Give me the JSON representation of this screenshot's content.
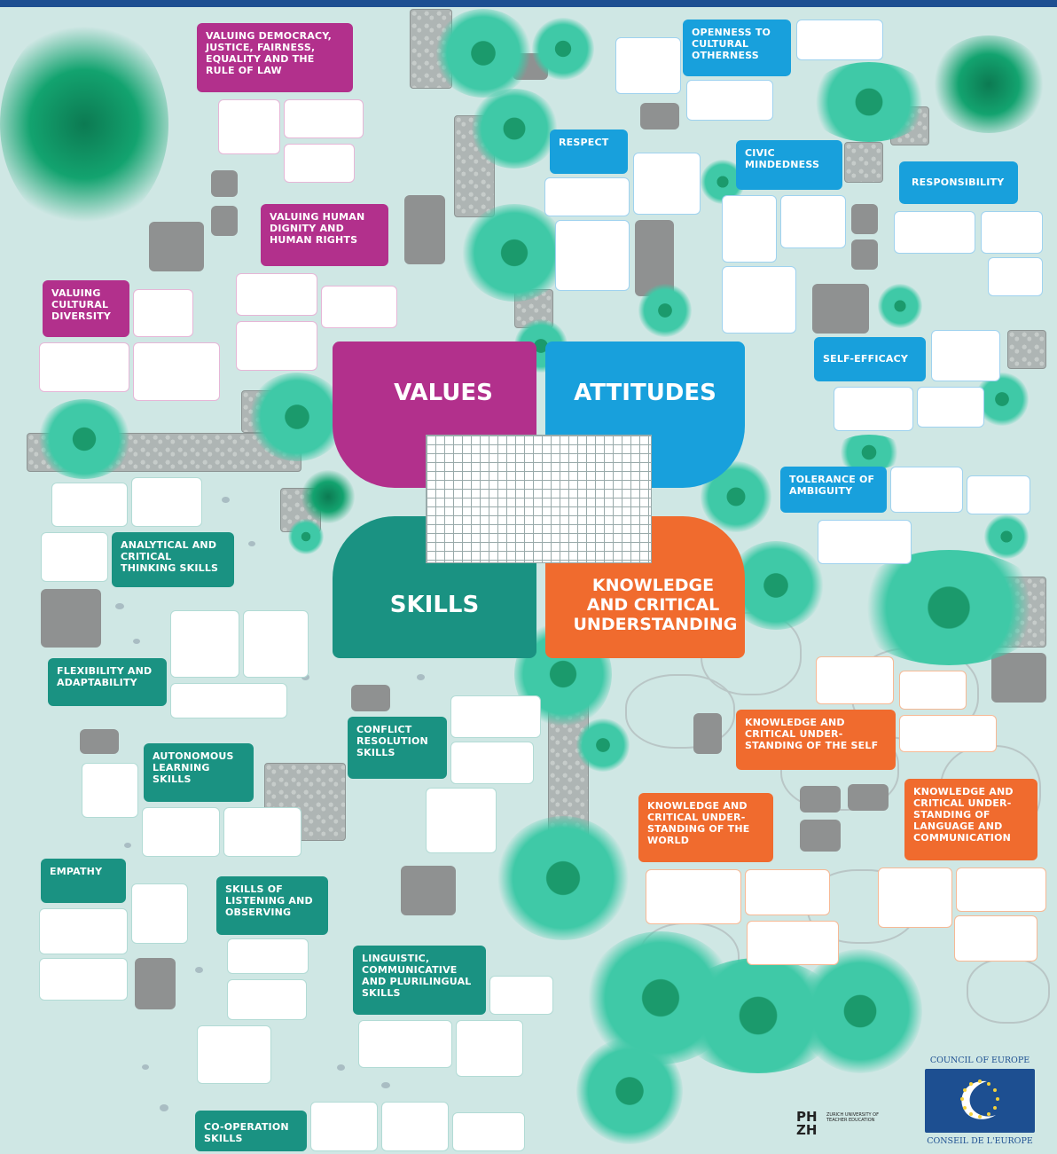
{
  "quadrants": {
    "values": "VALUES",
    "attitudes": "ATTITUDES",
    "skills": "SKILLS",
    "knowledge": "KNOWLEDGE AND CRITICAL UNDERSTANDING"
  },
  "values": {
    "democracy": "VALUING DEMOCRACY, JUSTICE, FAIRNESS, EQUALITY AND THE RULE OF LAW",
    "dignity": "VALUING HUMAN DIGNITY AND HUMAN RIGHTS",
    "diversity": "VALUING CULTURAL DIVERSITY"
  },
  "attitudes": {
    "openness": "OPENNESS TO CULTURAL OTHERNESS",
    "respect": "RESPECT",
    "civic": "CIVIC MINDEDNESS",
    "responsibility": "RESPONSIBILITY",
    "self_efficacy": "SELF-EFFICACY",
    "tolerance": "TOLERANCE OF AMBIGUITY"
  },
  "skills": {
    "analytical": "ANALYTICAL AND CRITICAL THINKING SKILLS",
    "flexibility": "FLEXIBILITY AND ADAPTABILITY",
    "autonomous": "AUTONOMOUS LEARNING SKILLS",
    "conflict": "CONFLICT RESOLUTION SKILLS",
    "empathy": "EMPATHY",
    "listening": "SKILLS OF LISTENING AND OBSERVING",
    "linguistic": "LINGUISTIC, COMMUNICATIVE AND PLURILINGUAL SKILLS",
    "cooperation": "CO-OPERATION SKILLS"
  },
  "knowledge": {
    "self": "KNOWLEDGE AND CRITICAL UNDER-STANDING OF THE SELF",
    "world": "KNOWLEDGE AND CRITICAL UNDER-STANDING OF THE WORLD",
    "language": "KNOWLEDGE AND CRITICAL UNDER-STANDING OF LANGUAGE AND COMMUNICATION"
  },
  "logos": {
    "coe_top": "COUNCIL OF EUROPE",
    "coe_bottom": "CONSEIL DE L'EUROPE",
    "phzh_mark": "PH ZH",
    "phzh_text": "ZURICH UNIVERSITY OF TEACHER EDUCATION"
  },
  "colors": {
    "values": "#b2308c",
    "attitudes": "#18a0dc",
    "skills": "#1a9282",
    "knowledge": "#f06b2e",
    "background": "#cfe7e4"
  }
}
